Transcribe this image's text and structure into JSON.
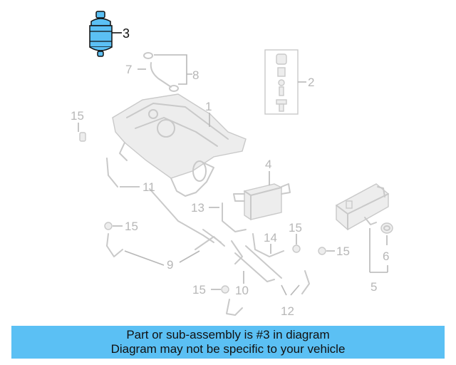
{
  "diagram": {
    "highlighted_part": "3",
    "highlight_color": "#5bc0f4",
    "callouts": {
      "c1": "1",
      "c2": "2",
      "c3": "3",
      "c4": "4",
      "c5": "5",
      "c6": "6",
      "c7": "7",
      "c8": "8",
      "c9": "9",
      "c10": "10",
      "c11": "11",
      "c12": "12",
      "c13": "13",
      "c14": "14",
      "c15a": "15",
      "c15b": "15",
      "c15c": "15",
      "c15d": "15",
      "c15e": "15"
    }
  },
  "banner": {
    "line1": "Part or sub-assembly is #3 in diagram",
    "line2": "Diagram may not be specific to your vehicle",
    "background": "#5bc0f4"
  }
}
